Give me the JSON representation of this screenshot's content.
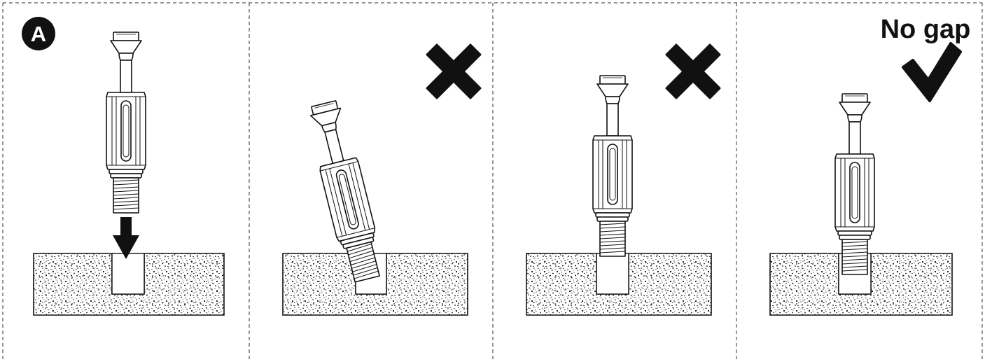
{
  "panels": [
    {
      "id": "A",
      "badge": "A",
      "status": "none"
    },
    {
      "id": "B",
      "status": "incorrect",
      "icon": "cross-icon"
    },
    {
      "id": "C",
      "status": "incorrect",
      "icon": "cross-icon"
    },
    {
      "id": "D",
      "status": "correct",
      "icon": "check-icon",
      "caption": "No gap"
    }
  ],
  "colors": {
    "ink": "#111111",
    "paper": "#ffffff",
    "border": "#555555"
  }
}
